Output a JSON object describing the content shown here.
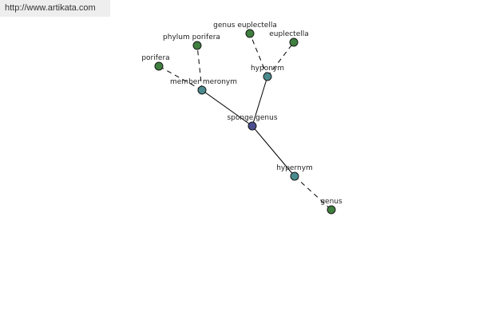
{
  "url_text": "http://www.artikata.com",
  "colors": {
    "center_node": "#4a4e8e",
    "relation_node": "#4a8a8e",
    "leaf_node": "#3f7f3f",
    "node_stroke": "#1a1a1a",
    "edge": "#000000"
  },
  "graph": {
    "nodes": [
      {
        "id": "sponge-genus",
        "label": "sponge genus",
        "kind": "center"
      },
      {
        "id": "member-meronym",
        "label": "member meronym",
        "kind": "relation"
      },
      {
        "id": "hyponym",
        "label": "hyponym",
        "kind": "relation"
      },
      {
        "id": "hypernym",
        "label": "hypernym",
        "kind": "relation"
      },
      {
        "id": "porifera",
        "label": "porifera",
        "kind": "leaf"
      },
      {
        "id": "phylum-porifera",
        "label": "phylum porifera",
        "kind": "leaf"
      },
      {
        "id": "genus-euplectella",
        "label": "genus euplectella",
        "kind": "leaf"
      },
      {
        "id": "euplectella",
        "label": "euplectella",
        "kind": "leaf"
      },
      {
        "id": "genus",
        "label": "genus",
        "kind": "leaf"
      }
    ],
    "edges": [
      {
        "from": "sponge-genus",
        "to": "member-meronym",
        "style": "solid"
      },
      {
        "from": "sponge-genus",
        "to": "hyponym",
        "style": "solid"
      },
      {
        "from": "sponge-genus",
        "to": "hypernym",
        "style": "solid"
      },
      {
        "from": "member-meronym",
        "to": "porifera",
        "style": "dashed"
      },
      {
        "from": "member-meronym",
        "to": "phylum-porifera",
        "style": "dashed"
      },
      {
        "from": "hyponym",
        "to": "genus-euplectella",
        "style": "dashed"
      },
      {
        "from": "hyponym",
        "to": "euplectella",
        "style": "dashed"
      },
      {
        "from": "hypernym",
        "to": "genus",
        "style": "dashed"
      }
    ]
  }
}
